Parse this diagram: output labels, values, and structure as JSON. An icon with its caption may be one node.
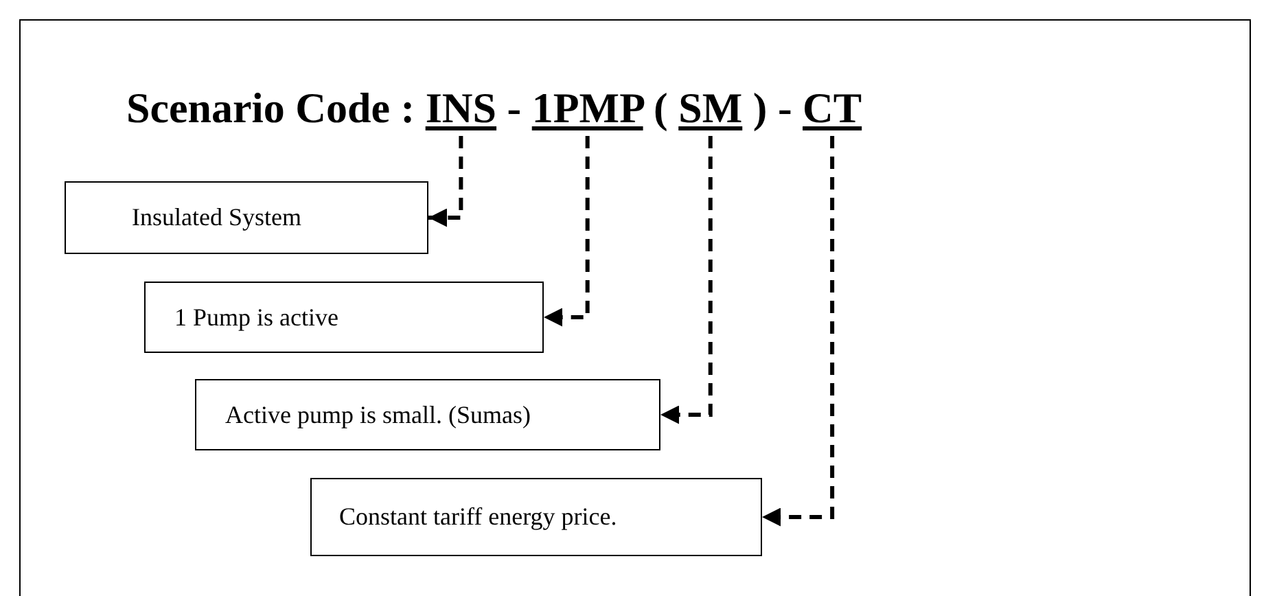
{
  "diagram": {
    "nodes": [
      {
        "text": [
          "INS"
        ]
      },
      {
        "text": [
          "1PMP"
        ]
      },
      {
        "text": [
          "SM"
        ]
      },
      {
        "text": [
          "CT"
        ]
      },
      {
        "text": [
          "Insulated System"
        ]
      },
      {
        "text": [
          "1 Pump is active"
        ]
      },
      {
        "text": [
          "Active pump is small. (Sumas)"
        ]
      },
      {
        "text": [
          "Constant tariff energy price."
        ]
      }
    ],
    "edges": [
      {
        "from": 0,
        "to": 4,
        "arrow": "to",
        "style": "dashed"
      },
      {
        "from": 1,
        "to": 5,
        "arrow": "to",
        "style": "dashed"
      },
      {
        "from": 2,
        "to": 6,
        "arrow": "to",
        "style": "dashed"
      },
      {
        "from": 3,
        "to": 7,
        "arrow": "to",
        "style": "dashed"
      }
    ],
    "labels": [
      "Scenario Code :",
      "-",
      "(",
      ")",
      "-"
    ]
  }
}
